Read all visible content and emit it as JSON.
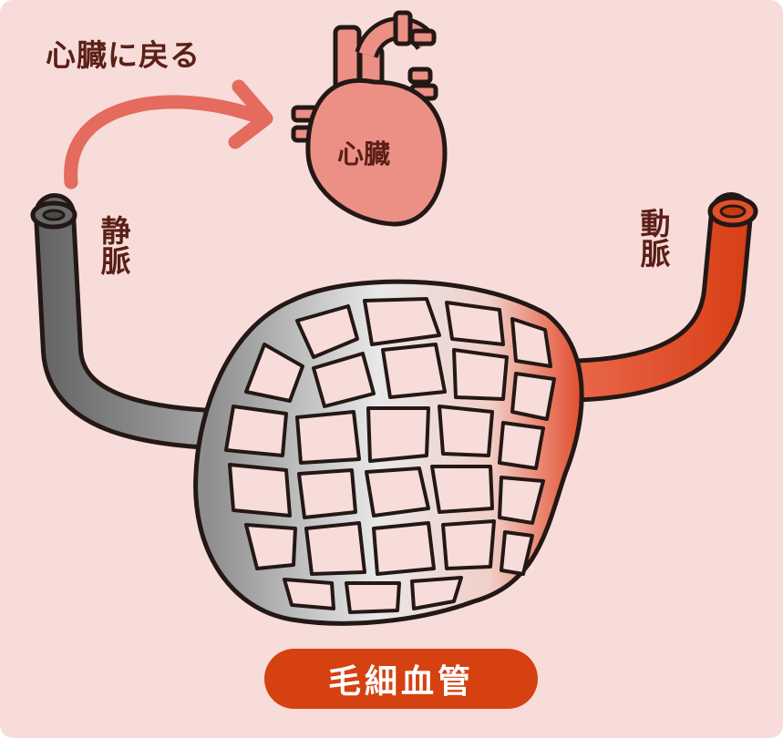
{
  "labels": {
    "return_to_heart": "心臓に戻る",
    "heart": "心臓",
    "vein": "静脈",
    "artery": "動脈",
    "capillary": "毛細血管"
  },
  "colors": {
    "background": "#f7dcd9",
    "outline": "#231815",
    "text": "#5a1f17",
    "arrow": "#e46b5d",
    "heart": "#ec8f85",
    "vein_gray": "#7a7a7a",
    "artery_red": "#d64112",
    "badge": "#d64112"
  }
}
